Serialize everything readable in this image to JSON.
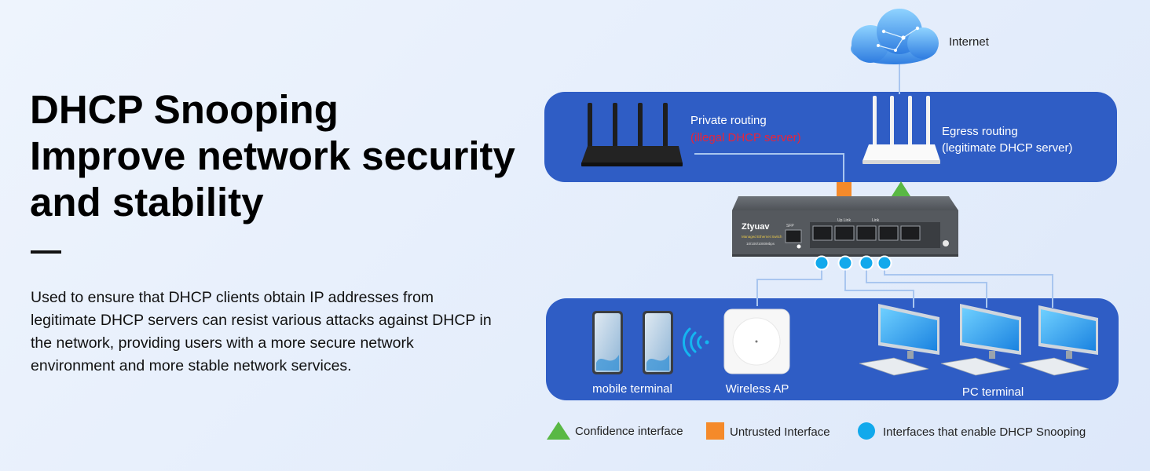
{
  "heading": {
    "line1": "DHCP Snooping",
    "line2": "Improve network security",
    "line3": "and stability"
  },
  "description": "Used to ensure that DHCP clients obtain IP addresses from legitimate DHCP servers  can resist various attacks against DHCP in the network, providing users with a more secure network environment and more stable network services.",
  "diagram": {
    "internet": "Internet",
    "private_router": {
      "title": "Private routing",
      "subtitle": "(illegal DHCP server)"
    },
    "egress_router": {
      "title": "Egress routing",
      "subtitle": "(legitimate DHCP server)"
    },
    "switch": {
      "brand": "Ztyuav",
      "model": "Managed Ethernet Switch",
      "speed": "10/100/1000Mbps",
      "sfp_label": "SFP",
      "uplink_label": "Up Link",
      "link_label": "Link"
    },
    "mobile_label": "mobile terminal",
    "ap_label": "Wireless AP",
    "pc_label": "PC terminal"
  },
  "legend": {
    "confidence": "Confidence interface",
    "untrusted": "Untrusted Interface",
    "snooping": "Interfaces that enable DHCP Snooping"
  },
  "colors": {
    "panel_blue": "#2f5dc5",
    "trusted_green": "#59b844",
    "untrusted_orange": "#f58a2a",
    "snooping_cyan": "#12a9ec",
    "illegal_red": "#e8243a",
    "line_light_blue": "#9fc0ee"
  }
}
